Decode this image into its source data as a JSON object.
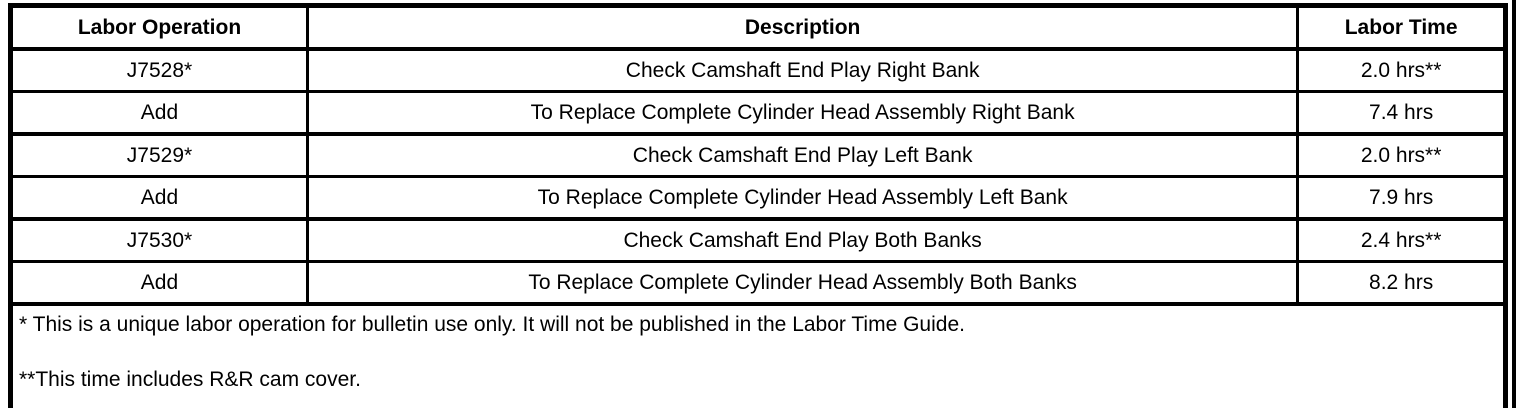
{
  "colors": {
    "background": "#ffffff",
    "border": "#000000",
    "text": "#000000"
  },
  "table": {
    "headers": {
      "labor_operation": "Labor Operation",
      "description": "Description",
      "labor_time": "Labor Time"
    },
    "rows": [
      {
        "operation": "J7528*",
        "description": "Check Camshaft End Play Right Bank",
        "time": "2.0 hrs**"
      },
      {
        "operation": "Add",
        "description": "To Replace Complete Cylinder Head Assembly Right Bank",
        "time": "7.4 hrs"
      },
      {
        "operation": "J7529*",
        "description": "Check Camshaft End Play Left Bank",
        "time": "2.0 hrs**"
      },
      {
        "operation": "Add",
        "description": "To Replace Complete Cylinder Head Assembly Left Bank",
        "time": "7.9 hrs"
      },
      {
        "operation": "J7530*",
        "description": "Check Camshaft End Play Both Banks",
        "time": "2.4 hrs**"
      },
      {
        "operation": "Add",
        "description": "To Replace Complete Cylinder Head Assembly Both Banks",
        "time": "8.2 hrs"
      }
    ],
    "footnotes": [
      "* This is a unique labor operation for bulletin use only. It will not be published in the Labor Time Guide.",
      "**This time includes R&R cam cover."
    ]
  }
}
